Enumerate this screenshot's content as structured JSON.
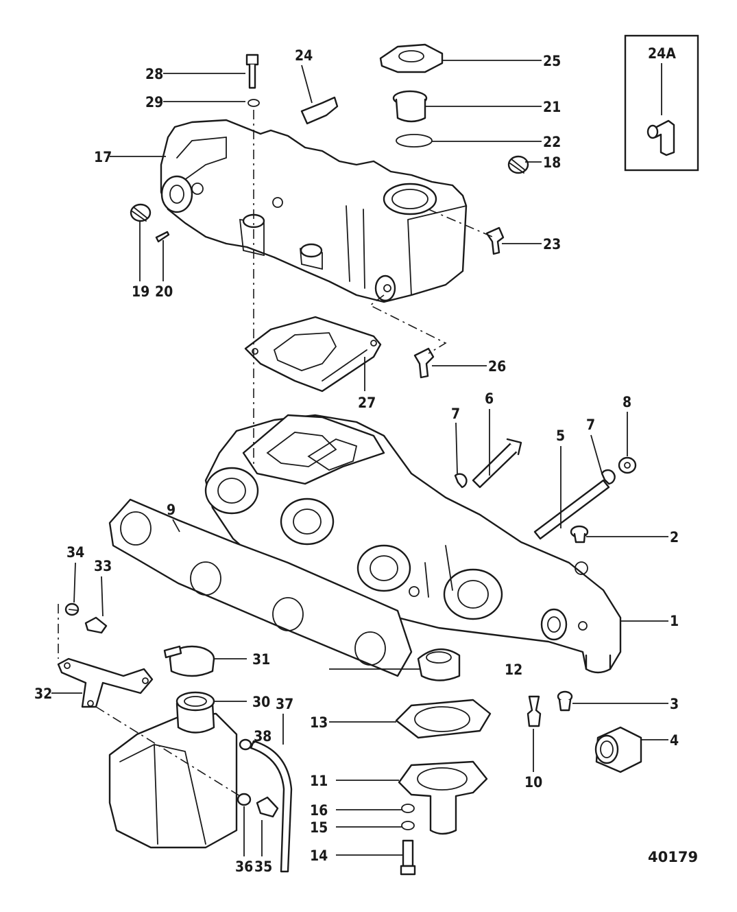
{
  "figure_number": "40179",
  "inset": {
    "label": "24A"
  },
  "callouts": {
    "c1": "1",
    "c2": "2",
    "c3": "3",
    "c4": "4",
    "c5": "5",
    "c6": "6",
    "c7a": "7",
    "c7b": "7",
    "c8": "8",
    "c9": "9",
    "c10": "10",
    "c11": "11",
    "c12": "12",
    "c13": "13",
    "c14": "14",
    "c15": "15",
    "c16": "16",
    "c17": "17",
    "c18": "18",
    "c19": "19",
    "c20": "20",
    "c21": "21",
    "c22": "22",
    "c23": "23",
    "c24": "24",
    "c25": "25",
    "c26": "26",
    "c27": "27",
    "c28": "28",
    "c29": "29",
    "c30": "30",
    "c31": "31",
    "c32": "32",
    "c33": "33",
    "c34": "34",
    "c35": "35",
    "c36": "36",
    "c37": "37",
    "c38": "38"
  }
}
